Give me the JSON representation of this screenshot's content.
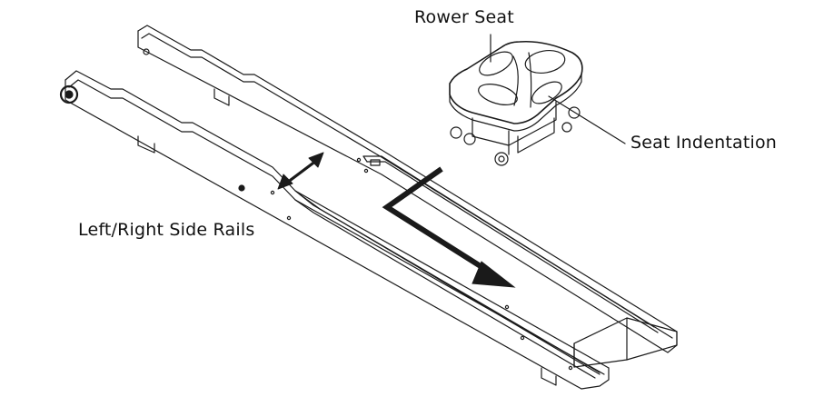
{
  "labels": {
    "rower_seat": "Rower Seat",
    "seat_indentation": "Seat Indentation",
    "side_rails": "Left/Right Side Rails"
  },
  "colors": {
    "line": "#1a1a1a",
    "background": "#ffffff"
  }
}
